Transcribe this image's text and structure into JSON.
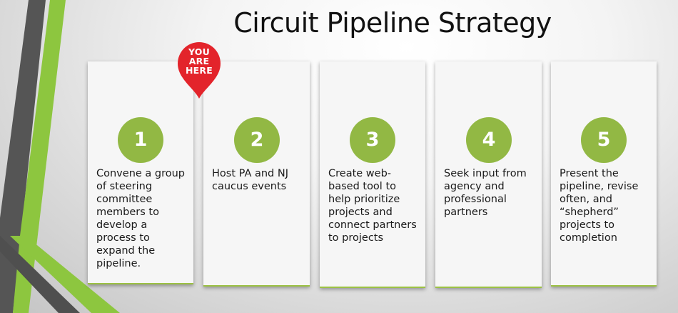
{
  "title": "Circuit Pipeline Strategy",
  "marker": {
    "line1": "YOU",
    "line2": "ARE",
    "line3": "HERE"
  },
  "steps": [
    {
      "number": "1",
      "text": "Convene a group of steering committee members to develop a process to expand the pipeline."
    },
    {
      "number": "2",
      "text": "Host PA and NJ caucus events"
    },
    {
      "number": "3",
      "text": "Create web-based tool to  help prioritize projects and connect partners to projects"
    },
    {
      "number": "4",
      "text": "Seek input from agency and professional partners"
    },
    {
      "number": "5",
      "text": "Present the pipeline, revise often, and “shepherd” projects to completion"
    }
  ],
  "colors": {
    "accent_green": "#92b844",
    "marker_red": "#e3242b",
    "stripe_dark": "#4a4a4a",
    "stripe_green": "#8dc63f"
  }
}
